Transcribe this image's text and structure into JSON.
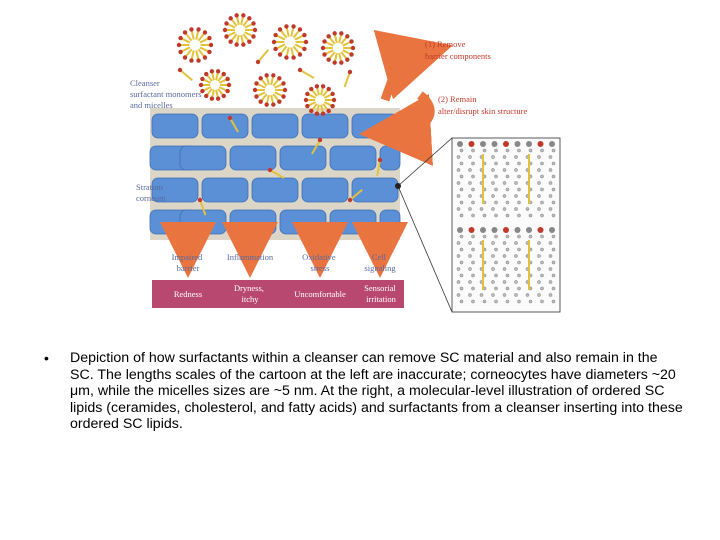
{
  "figure": {
    "label_cleanser": [
      "Cleanser",
      "surfactant monomers",
      "and micelles"
    ],
    "label_sc": [
      "Stratum",
      "corneum"
    ],
    "label_remove": [
      "(1) Remove",
      "barrier components"
    ],
    "label_remain": [
      "(2) Remain",
      "alter/disrupt skin structure"
    ],
    "effects": [
      [
        "Impaired",
        "barrier"
      ],
      [
        "Inflammation"
      ],
      [
        "Oxidative",
        "stress"
      ],
      [
        "Cell",
        "signaling"
      ]
    ],
    "symptoms": [
      [
        "Redness"
      ],
      [
        "Dryness,",
        "itchy"
      ],
      [
        "Uncomfortable"
      ],
      [
        "Sensorial",
        "irritation"
      ]
    ],
    "colors": {
      "corneocyte": "#5b8fd6",
      "lipid_band": "#dcd6c8",
      "arrow": "#e9743f",
      "symptom_bar": "#b8486f",
      "micelle": "#e2c23a",
      "head": "#c0392b"
    }
  },
  "bullet": "•",
  "caption": "Depiction of how surfactants within a cleanser can remove SC material and also remain in the SC. The lengths scales of the cartoon at the left are inaccurate; corneocytes have diameters ~20 μm, while the micelles sizes are ~5 nm. At the right, a molecular-level illustration of ordered SC lipids (ceramides, cholesterol, and fatty acids) and surfactants from a cleanser inserting into these ordered SC lipids."
}
